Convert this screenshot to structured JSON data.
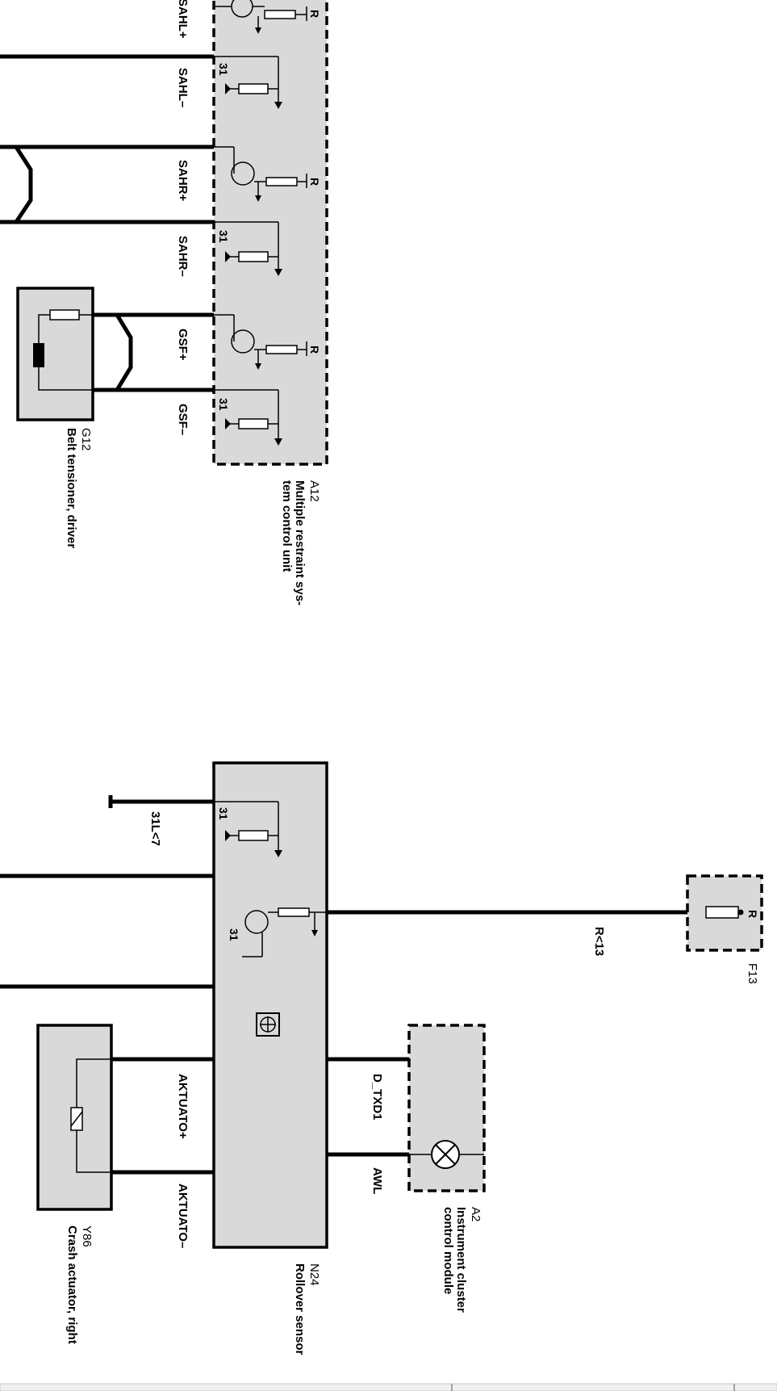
{
  "diagram": {
    "components": {
      "a12": {
        "id": "A12",
        "desc": "Multiple restraint sys-\ntem control unit"
      },
      "g12": {
        "id": "G12",
        "desc": "Belt tensioner, driver"
      },
      "n24": {
        "id": "N24",
        "desc": "Rollover sensor"
      },
      "a2": {
        "id": "A2",
        "desc": "Instrument cluster\ncontrol module"
      },
      "y86": {
        "id": "Y86",
        "desc": "Crash actuator, right"
      },
      "f13": {
        "id": "F13"
      }
    },
    "pins": {
      "sahl_plus": "SAHL+",
      "sahl_minus": "SAHL–",
      "sahr_plus": "SAHR+",
      "sahr_minus": "SAHR–",
      "gsf_plus": "GSF+",
      "gsf_minus": "GSF–",
      "aktuato_plus": "AKTUATO+",
      "aktuato_minus": "AKTUATO–",
      "d_txd1": "D_TXD1",
      "awl": "AWL"
    },
    "wires": {
      "ground_31l7": "31L<7",
      "r13": "R<13"
    },
    "marks": {
      "ground": "31",
      "supply": "R"
    }
  }
}
